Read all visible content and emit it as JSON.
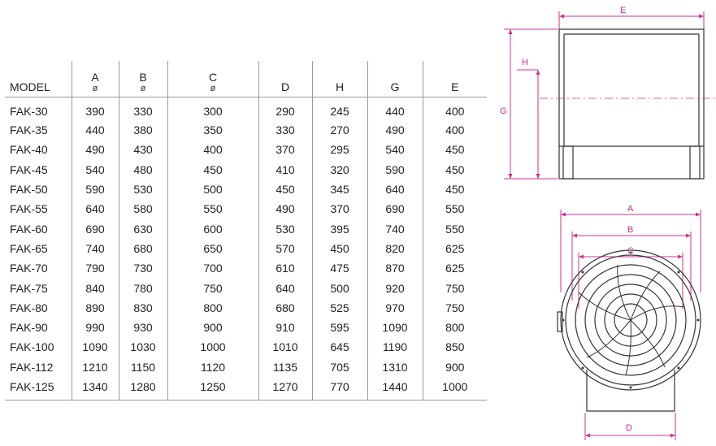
{
  "table": {
    "headers": [
      {
        "label": "MODEL",
        "diameter": ""
      },
      {
        "label": "A",
        "diameter": "ø"
      },
      {
        "label": "B",
        "diameter": "ø"
      },
      {
        "label": "C",
        "diameter": "ø"
      },
      {
        "label": "D",
        "diameter": ""
      },
      {
        "label": "H",
        "diameter": ""
      },
      {
        "label": "G",
        "diameter": ""
      },
      {
        "label": "E",
        "diameter": ""
      }
    ],
    "rows": [
      [
        "FAK-30",
        "390",
        "330",
        "300",
        "290",
        "245",
        "440",
        "400"
      ],
      [
        "FAK-35",
        "440",
        "380",
        "350",
        "330",
        "270",
        "490",
        "400"
      ],
      [
        "FAK-40",
        "490",
        "430",
        "400",
        "370",
        "295",
        "540",
        "450"
      ],
      [
        "FAK-45",
        "540",
        "480",
        "450",
        "410",
        "320",
        "590",
        "450"
      ],
      [
        "FAK-50",
        "590",
        "530",
        "500",
        "450",
        "345",
        "640",
        "450"
      ],
      [
        "FAK-55",
        "640",
        "580",
        "550",
        "490",
        "370",
        "690",
        "550"
      ],
      [
        "FAK-60",
        "690",
        "630",
        "600",
        "530",
        "395",
        "740",
        "550"
      ],
      [
        "FAK-65",
        "740",
        "680",
        "650",
        "570",
        "450",
        "820",
        "625"
      ],
      [
        "FAK-70",
        "790",
        "730",
        "700",
        "610",
        "475",
        "870",
        "625"
      ],
      [
        "FAK-75",
        "840",
        "780",
        "750",
        "640",
        "500",
        "920",
        "750"
      ],
      [
        "FAK-80",
        "890",
        "830",
        "800",
        "680",
        "525",
        "970",
        "750"
      ],
      [
        "FAK-90",
        "990",
        "930",
        "900",
        "910",
        "595",
        "1090",
        "800"
      ],
      [
        "FAK-100",
        "1090",
        "1030",
        "1000",
        "1010",
        "645",
        "1190",
        "850"
      ],
      [
        "FAK-112",
        "1210",
        "1150",
        "1120",
        "1135",
        "705",
        "1310",
        "900"
      ],
      [
        "FAK-125",
        "1340",
        "1280",
        "1250",
        "1270",
        "770",
        "1440",
        "1000"
      ]
    ]
  },
  "side_view": {
    "labels": {
      "E": "E",
      "H": "H",
      "G": "G"
    }
  },
  "front_view": {
    "labels": {
      "A": "A",
      "B": "B",
      "C": "C",
      "D": "D"
    }
  },
  "colors": {
    "dimension": "#d0308f",
    "outline": "#333333",
    "grid_line": "#9a9a9a"
  }
}
